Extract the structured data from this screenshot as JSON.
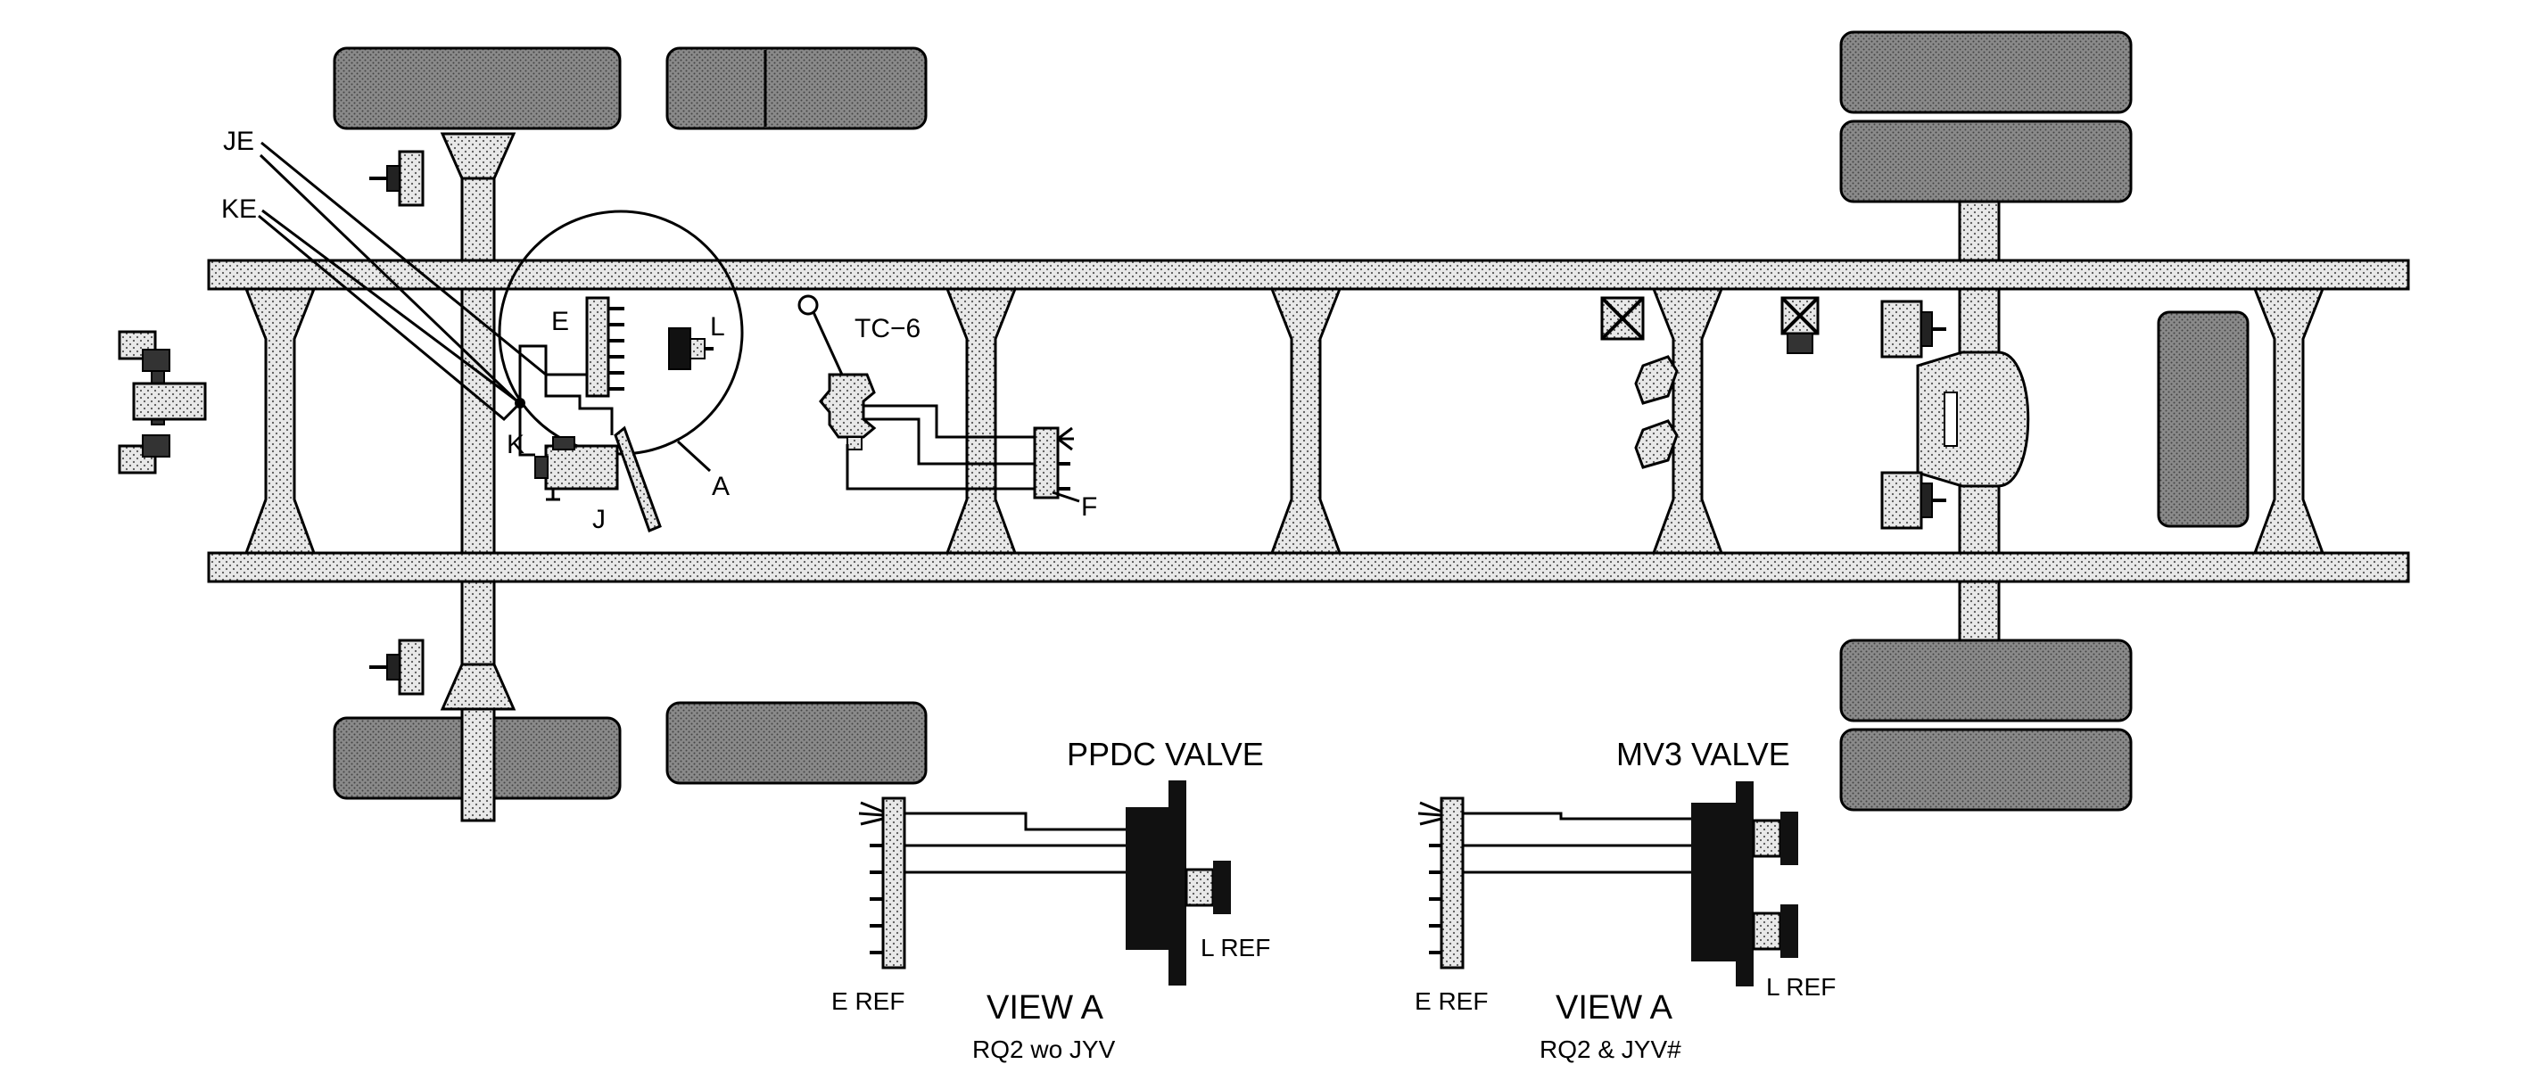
{
  "labels": {
    "je": "JE",
    "ke": "KE",
    "e": "E",
    "l": "L",
    "k": "K",
    "j": "J",
    "a": "A",
    "tc6": "TC−6",
    "f": "F"
  },
  "view_ppdc": {
    "title": "PPDC VALVE",
    "e_ref": "E REF",
    "l_ref": "L REF",
    "view": "VIEW A",
    "condition": "RQ2 wo JYV"
  },
  "view_mv3": {
    "title": "MV3 VALVE",
    "e_ref": "E REF",
    "l_ref": "L REF",
    "view": "VIEW A",
    "condition": "RQ2 & JYV#"
  },
  "colors": {
    "tire": "#6e6e6e",
    "frame": "#dedede",
    "line": "#000000",
    "block": "#111111"
  },
  "icons": [
    "manifold-icon",
    "pressure-switch-icon",
    "brake-chamber-icon",
    "valve-icon",
    "sensor-icon"
  ]
}
